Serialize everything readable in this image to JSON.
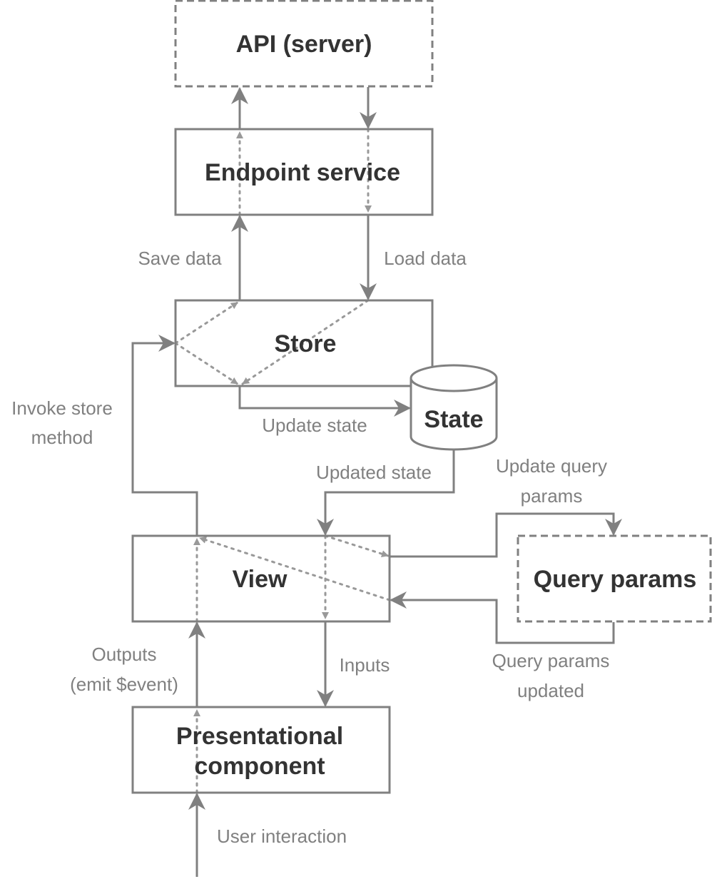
{
  "nodes": {
    "api": "API (server)",
    "endpoint": "Endpoint service",
    "store": "Store",
    "state": "State",
    "view": "View",
    "query_params": "Query params",
    "presentational": [
      "Presentational",
      "component"
    ]
  },
  "edges": {
    "save_data": "Save data",
    "load_data": "Load data",
    "update_state": "Update state",
    "updated_state": "Updated state",
    "invoke_store_method": [
      "Invoke store",
      "method"
    ],
    "update_query_params": [
      "Update query",
      "params"
    ],
    "query_params_updated": [
      "Query params",
      "updated"
    ],
    "outputs": [
      "Outputs",
      "(emit $event)"
    ],
    "inputs": "Inputs",
    "user_interaction": "User interaction"
  },
  "colors": {
    "line": "#808080",
    "dotted": "#999999",
    "label": "#808080",
    "box_text": "#333333"
  }
}
